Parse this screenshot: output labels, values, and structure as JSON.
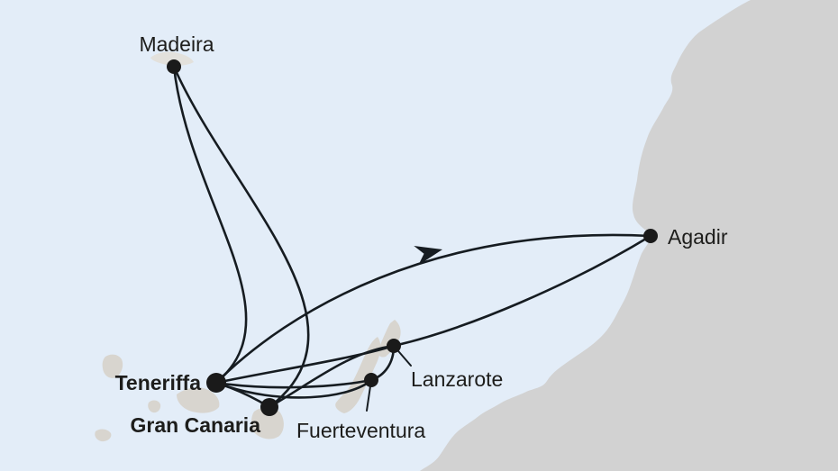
{
  "map": {
    "type": "cruise-route-map",
    "region": "Canary Islands, Madeira and Morocco",
    "colors": {
      "sea": "#e3edf8",
      "land": "#d2d2d2",
      "island": "#d8d5cf",
      "route_line": "#161c21",
      "label_text": "#1d1d1b"
    },
    "ports": [
      {
        "label": "Madeira",
        "bold": false
      },
      {
        "label": "Teneriffa",
        "bold": true
      },
      {
        "label": "Gran Canaria",
        "bold": true
      },
      {
        "label": "Fuerteventura",
        "bold": false
      },
      {
        "label": "Lanzarote",
        "bold": false
      },
      {
        "label": "Agadir",
        "bold": false
      }
    ],
    "routes": [
      {
        "from": "Madeira",
        "to": "Teneriffa"
      },
      {
        "from": "Madeira",
        "to": "Gran Canaria"
      },
      {
        "from": "Teneriffa",
        "to": "Gran Canaria"
      },
      {
        "from": "Teneriffa",
        "to": "Agadir",
        "direction_arrow": true
      },
      {
        "from": "Agadir",
        "to": "Lanzarote"
      },
      {
        "from": "Lanzarote",
        "to": "Fuerteventura"
      },
      {
        "from": "Teneriffa",
        "to": "Fuerteventura"
      },
      {
        "from": "Teneriffa",
        "to": "Fuerteventura"
      },
      {
        "from": "Teneriffa",
        "to": "Lanzarote"
      },
      {
        "from": "Gran Canaria",
        "to": "Lanzarote"
      }
    ]
  }
}
